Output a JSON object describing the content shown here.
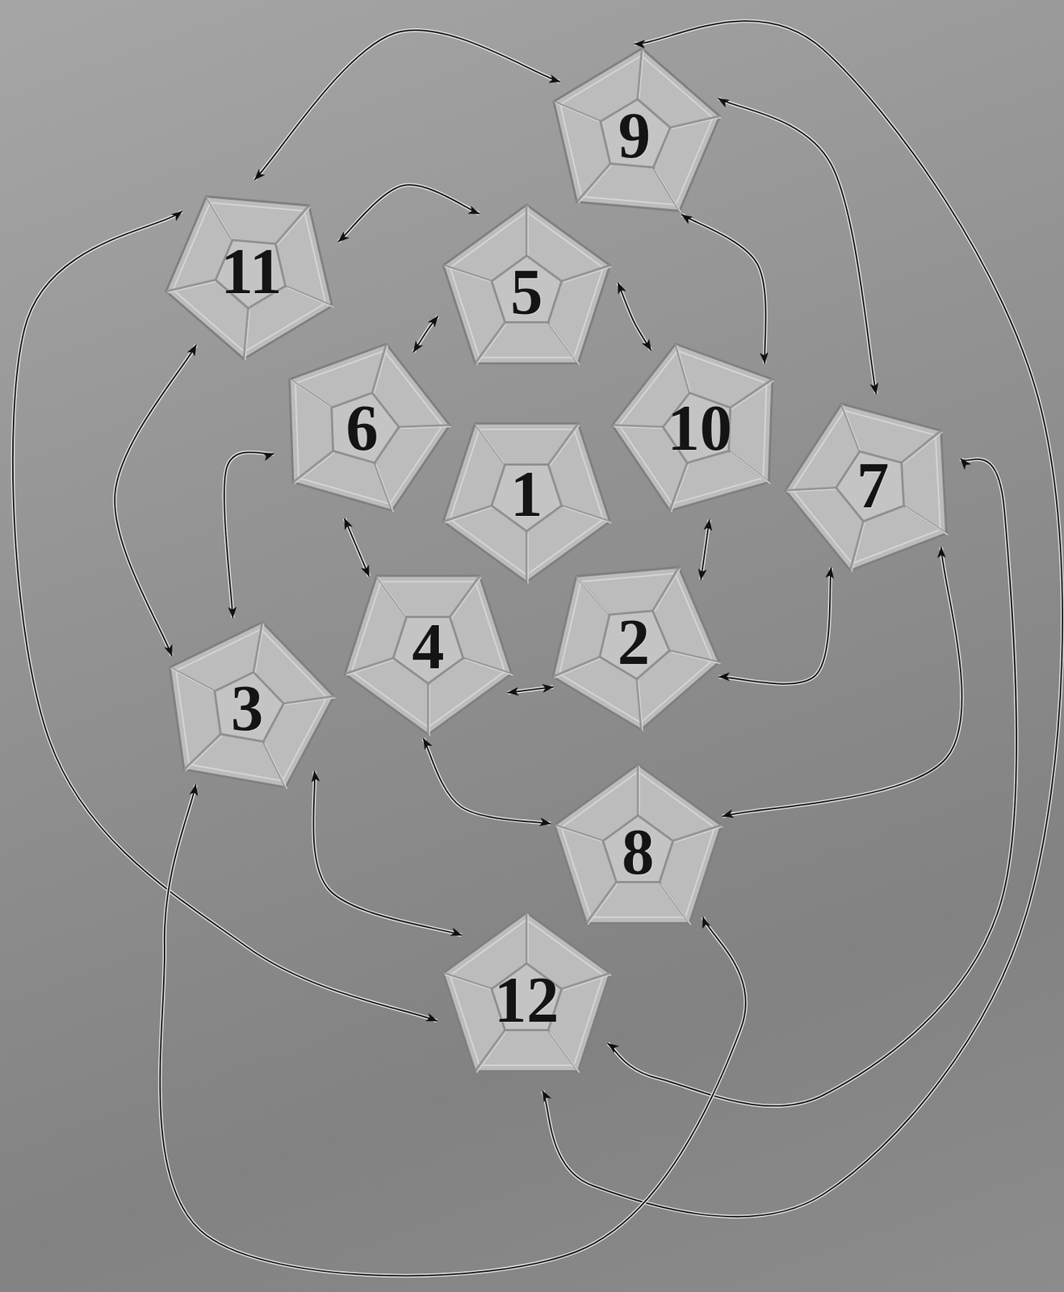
{
  "diagram": {
    "nodes": [
      {
        "text": [
          "9"
        ]
      },
      {
        "text": [
          "11"
        ]
      },
      {
        "text": [
          "5"
        ]
      },
      {
        "text": [
          "6"
        ]
      },
      {
        "text": [
          "1"
        ]
      },
      {
        "text": [
          "10"
        ]
      },
      {
        "text": [
          "7"
        ]
      },
      {
        "text": [
          "4"
        ]
      },
      {
        "text": [
          "2"
        ]
      },
      {
        "text": [
          "3"
        ]
      },
      {
        "text": [
          "8"
        ]
      },
      {
        "text": [
          "12"
        ]
      }
    ],
    "edges": [
      {
        "from": 0,
        "to": 1,
        "arrow": "both"
      },
      {
        "from": 0,
        "to": 6,
        "arrow": "both"
      },
      {
        "from": 0,
        "to": 5,
        "arrow": "both"
      },
      {
        "from": 0,
        "to": 11,
        "arrow": "both"
      },
      {
        "from": 1,
        "to": 2,
        "arrow": "both"
      },
      {
        "from": 1,
        "to": 9,
        "arrow": "both"
      },
      {
        "from": 1,
        "to": 11,
        "arrow": "both"
      },
      {
        "from": 2,
        "to": 3,
        "arrow": "both"
      },
      {
        "from": 2,
        "to": 5,
        "arrow": "both"
      },
      {
        "from": 3,
        "to": 9,
        "arrow": "both"
      },
      {
        "from": 3,
        "to": 7,
        "arrow": "both"
      },
      {
        "from": 5,
        "to": 8,
        "arrow": "both"
      },
      {
        "from": 8,
        "to": 7,
        "arrow": "both"
      },
      {
        "from": 8,
        "to": 6,
        "arrow": "both"
      },
      {
        "from": 7,
        "to": 10,
        "arrow": "both"
      },
      {
        "from": 10,
        "to": 6,
        "arrow": "both"
      },
      {
        "from": 6,
        "to": 11,
        "arrow": "both"
      },
      {
        "from": 9,
        "to": 11,
        "arrow": "both"
      },
      {
        "from": 9,
        "to": 10,
        "arrow": "both"
      }
    ]
  }
}
